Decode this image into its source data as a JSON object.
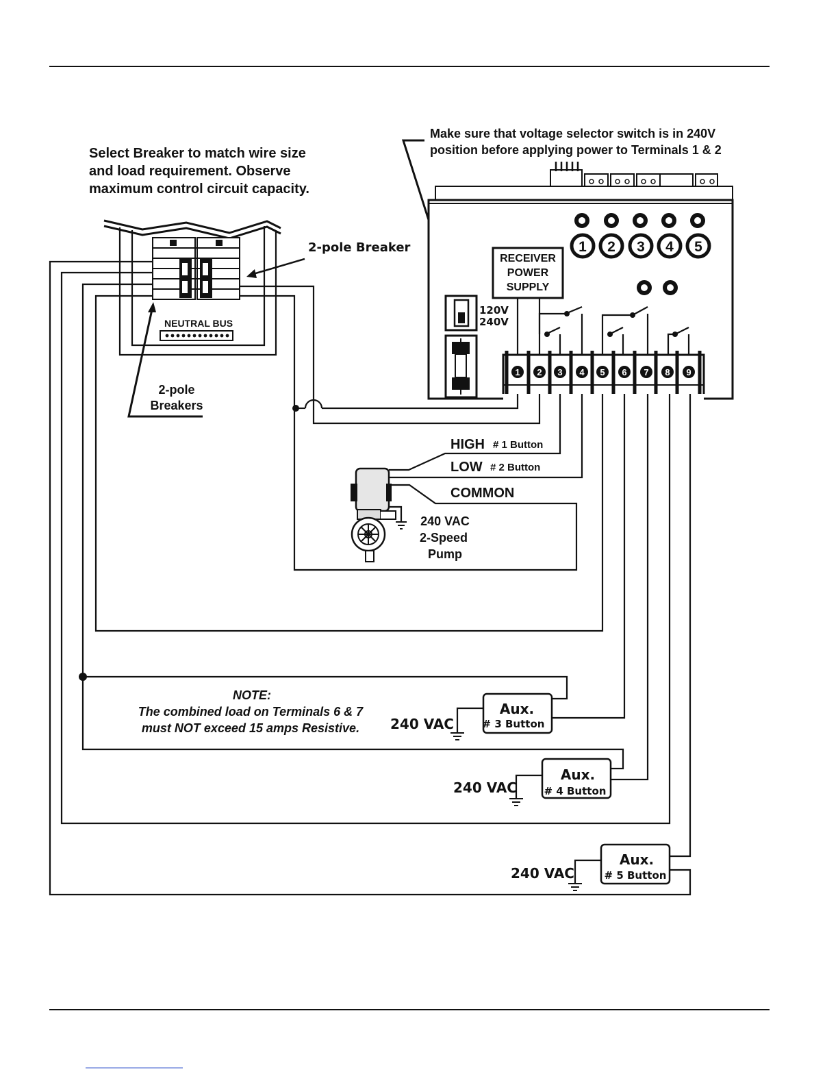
{
  "notes": {
    "breaker_note": [
      "Select Breaker to match wire size",
      "and load requirement.  Observe",
      "maximum control circuit capacity."
    ],
    "voltage_note": [
      "Make sure that voltage selector switch is in 240V",
      "position before applying power to Terminals 1 & 2"
    ],
    "load_note_title": "NOTE:",
    "load_note_lines": [
      "The combined load on Terminals 6 & 7",
      "must NOT exceed 15 amps Resistive."
    ]
  },
  "panel": {
    "breaker_label": "2-pole Breaker",
    "breakers_label": [
      "2-pole",
      "Breakers"
    ],
    "neutral_bus": "NEUTRAL BUS"
  },
  "receiver": {
    "power_supply": [
      "RECEIVER",
      "POWER",
      "SUPPLY"
    ],
    "voltage_options": [
      "120V",
      "240V"
    ],
    "top_buttons": [
      "1",
      "2",
      "3",
      "4",
      "5"
    ],
    "terminals": [
      "1",
      "2",
      "3",
      "4",
      "5",
      "6",
      "7",
      "8",
      "9"
    ]
  },
  "pump": {
    "high": "HIGH",
    "high_button": "# 1 Button",
    "low": "LOW",
    "low_button": "# 2 Button",
    "common": "COMMON",
    "label": [
      "240 VAC",
      "2-Speed",
      "Pump"
    ]
  },
  "aux": [
    {
      "title": "Aux.",
      "button": "# 3 Button",
      "voltage": "240 VAC"
    },
    {
      "title": "Aux.",
      "button": "# 4 Button",
      "voltage": "240 VAC"
    },
    {
      "title": "Aux.",
      "button": "# 5 Button",
      "voltage": "240 VAC"
    }
  ]
}
